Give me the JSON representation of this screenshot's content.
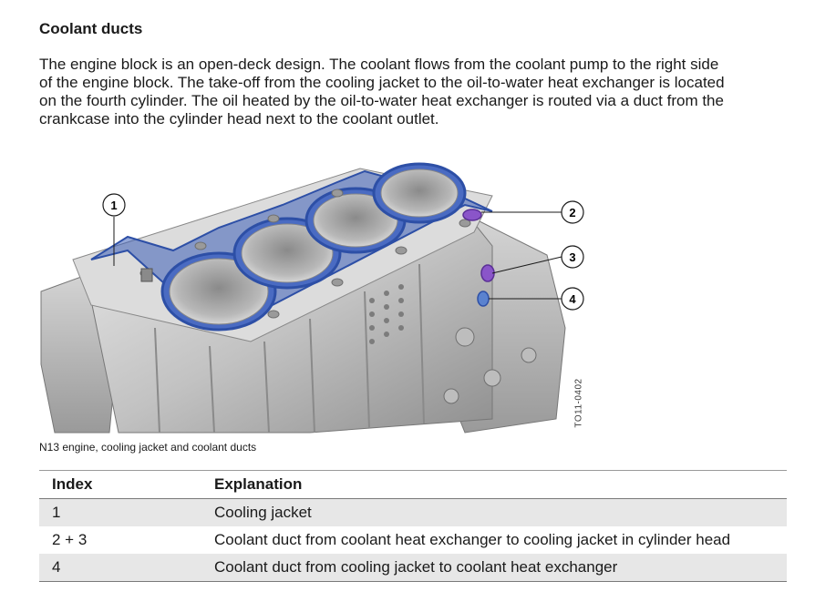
{
  "heading": "Coolant ducts",
  "paragraph_lines": [
    "The engine block is an open-deck design. The coolant flows from the coolant pump to the right side",
    "of the engine block. The take-off from the cooling jacket to the oil-to-water heat exchanger is located",
    "on the fourth cylinder. The oil heated by the oil-to-water heat exchanger is routed via a duct from the",
    "crankcase into the cylinder head next to the coolant outlet."
  ],
  "figure": {
    "callouts": [
      "1",
      "2",
      "3",
      "4"
    ],
    "image_id": "TO11-0402",
    "colors": {
      "jacket": "#3c5fb8",
      "duct_purple": "#8a55c9",
      "duct_blue": "#5a82cf",
      "metal": "#c9c9c9"
    }
  },
  "caption": "N13 engine, cooling jacket and coolant ducts",
  "table": {
    "headers": [
      "Index",
      "Explanation"
    ],
    "rows": [
      {
        "index": "1",
        "explanation": "Cooling jacket"
      },
      {
        "index": "2 + 3",
        "explanation": "Coolant duct from coolant heat exchanger to cooling jacket in cylinder head"
      },
      {
        "index": "4",
        "explanation": "Coolant duct from cooling jacket to coolant heat exchanger"
      }
    ]
  }
}
